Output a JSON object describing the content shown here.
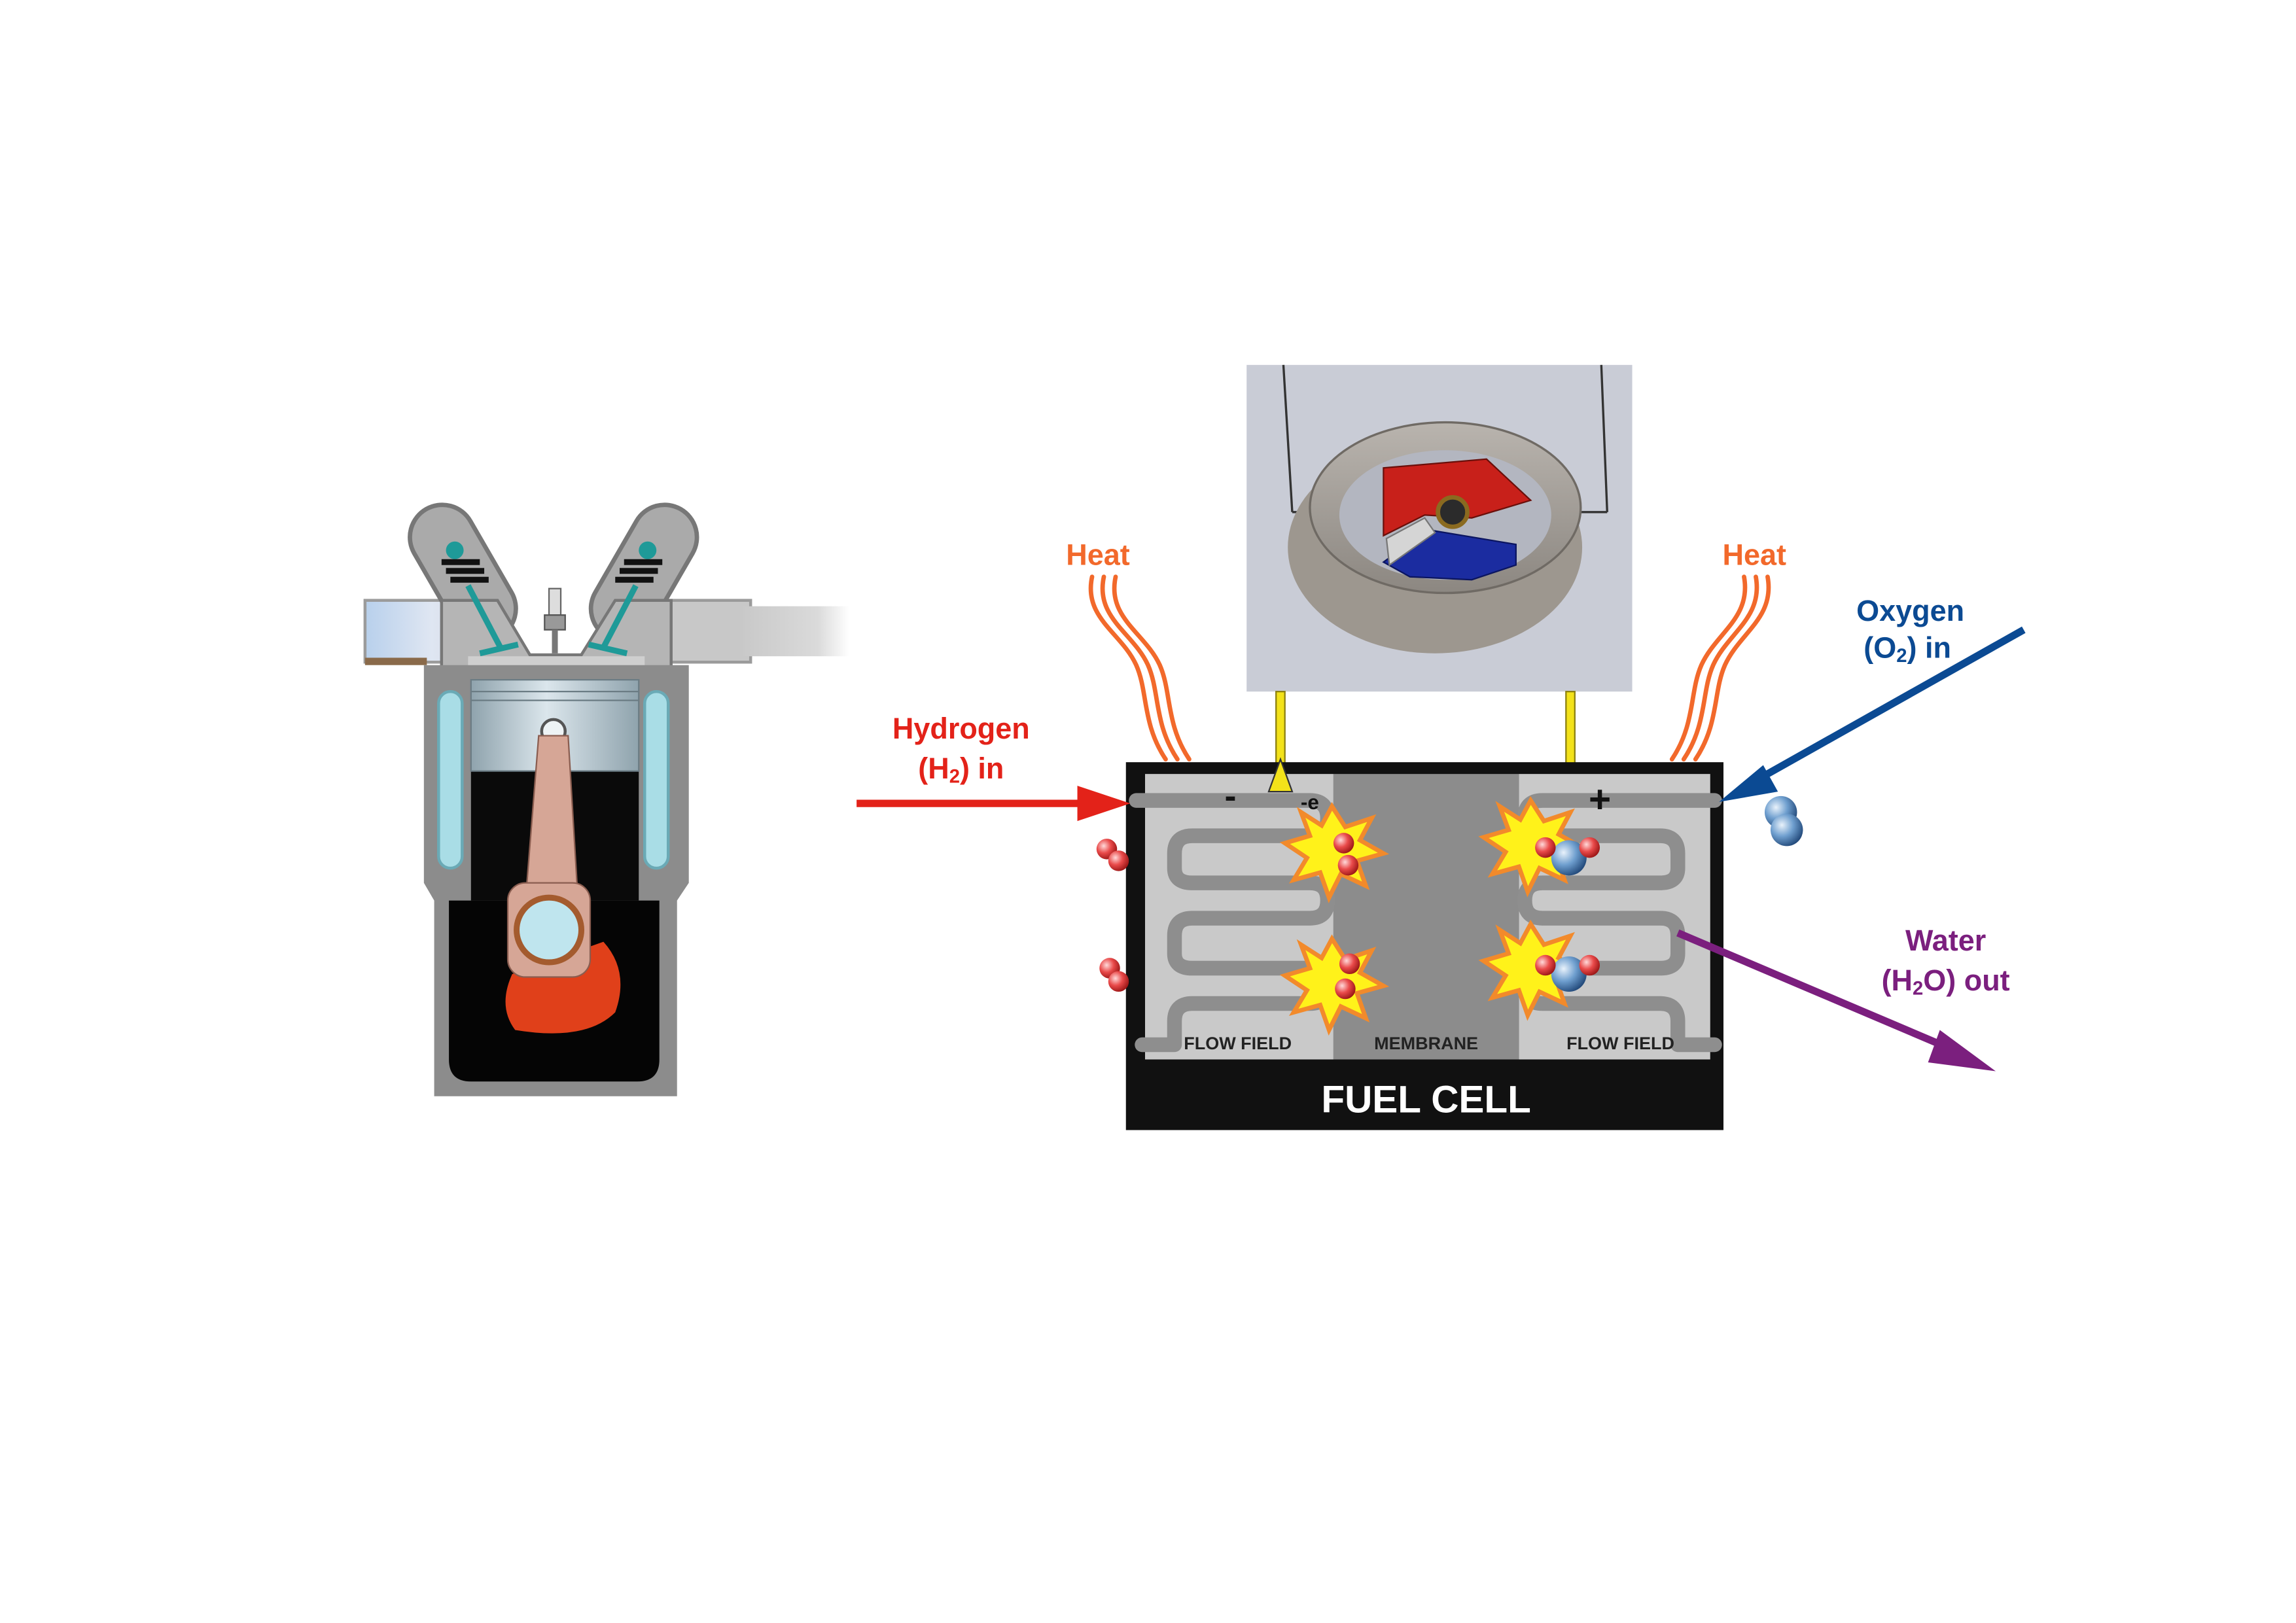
{
  "labels": {
    "heat_left": "Heat",
    "heat_right": "Heat",
    "hydrogen_line1": "Hydrogen",
    "hydrogen_line2_pre": "(H",
    "hydrogen_sub": "2",
    "hydrogen_line2_post": ") in",
    "oxygen_line1": "Oxygen",
    "oxygen_line2_pre": "(O",
    "oxygen_sub": "2",
    "oxygen_line2_post": ") in",
    "water_line1": "Water",
    "water_line2_pre": "(H",
    "water_sub": "2",
    "water_line2_post": "O) out",
    "minus": "-",
    "electron": "-e",
    "plus": "+",
    "flow_field_left": "FLOW FIELD",
    "membrane": "MEMBRANE",
    "flow_field_right": "FLOW FIELD",
    "fuel_cell_title": "FUEL CELL"
  },
  "colors": {
    "hydrogen_red": "#e32219",
    "oxygen_blue": "#0b4a93",
    "water_purple": "#7b1f7e",
    "heat_orange": "#f2692b",
    "cell_black": "#111111",
    "membrane_gray": "#8c8c8c",
    "flow_gray": "#c9c9c9",
    "wire_yellow": "#f3e21a",
    "piston_teal": "#1f9a98",
    "fan_red": "#c8201a",
    "fan_blue": "#1b2ca0"
  }
}
